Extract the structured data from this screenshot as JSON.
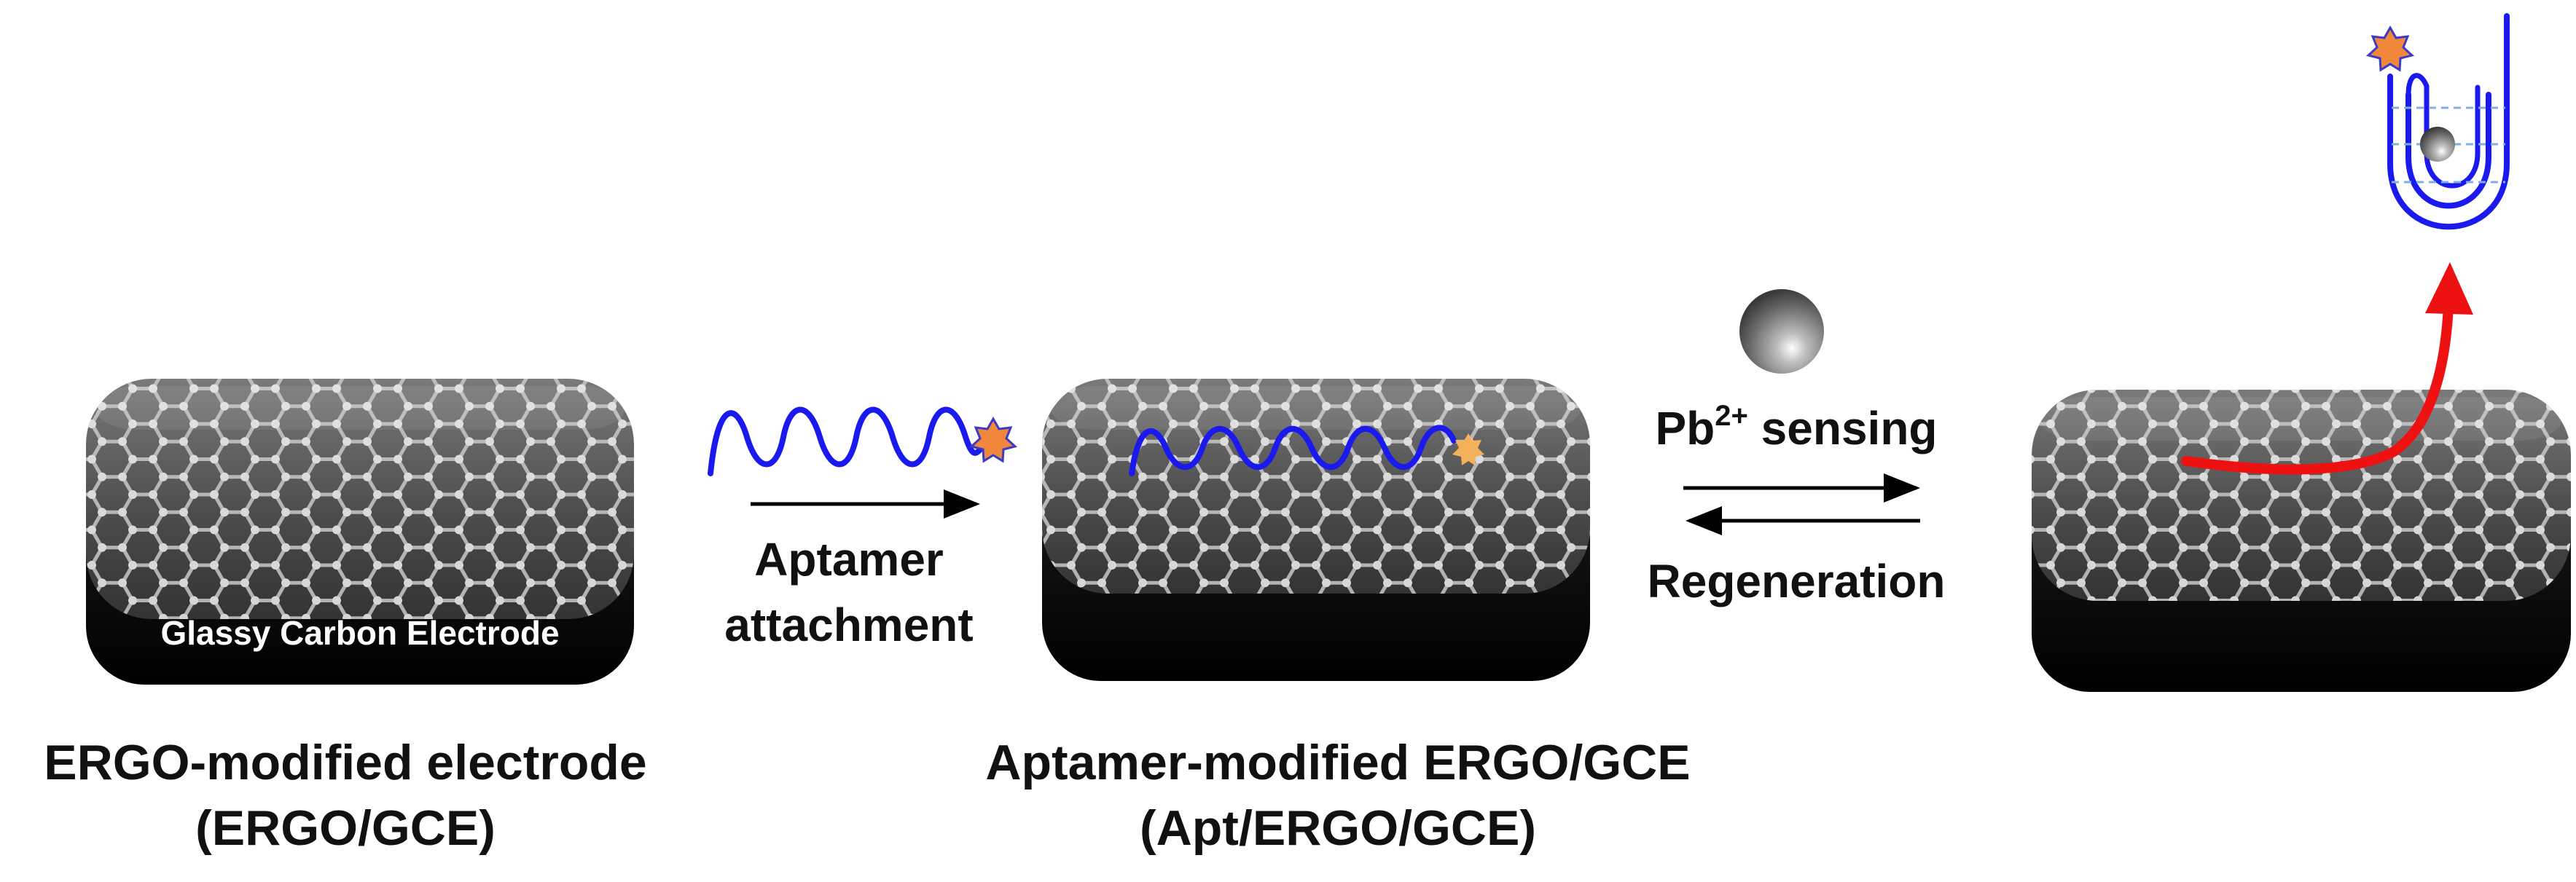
{
  "electrode_label": "Glassy Carbon Electrode",
  "step1_caption": {
    "line1": "ERGO-modified electrode",
    "line2": "(ERGO/GCE)"
  },
  "step2_caption": {
    "line1": "Aptamer-modified ERGO/GCE",
    "line2": "(Apt/ERGO/GCE)"
  },
  "arrow1_label": {
    "line1": "Aptamer",
    "line2": "attachment"
  },
  "forward_label": {
    "base": "Pb",
    "sup": "2+",
    "rest": " sensing"
  },
  "reverse_label": "Regeneration",
  "colors": {
    "aptamer": "#1a1aee",
    "label_star": "#f0873a",
    "arrow_release": "#ee1111",
    "electrode_body": "#000000",
    "graphene_top": "#555555",
    "dashed_line": "#7fb0e0"
  },
  "icons": [
    "graphene-surface",
    "aptamer-strand",
    "fluorophore-star",
    "pb-ion-sphere",
    "g-quadruplex"
  ]
}
